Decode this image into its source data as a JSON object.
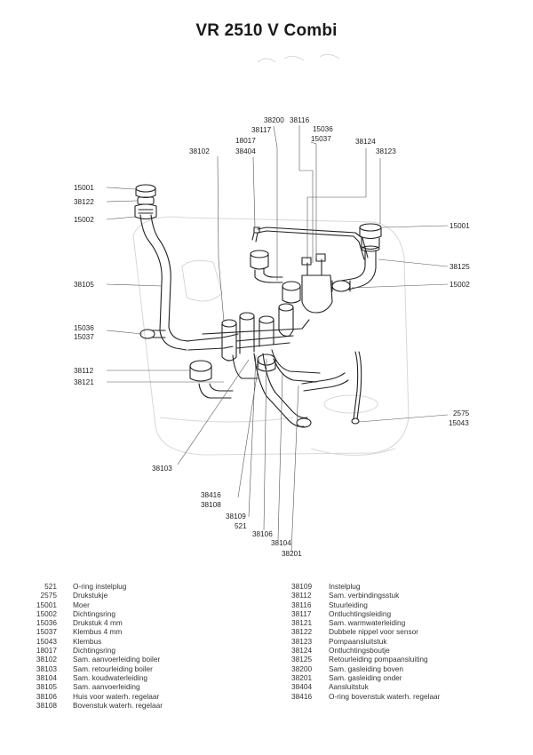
{
  "header": {
    "title": "VR 2510 V Combi"
  },
  "callouts": [
    {
      "id": "38200",
      "label": "38200"
    },
    {
      "id": "38116",
      "label": "38116"
    },
    {
      "id": "38117",
      "label": "38117"
    },
    {
      "id": "15036a",
      "label": "15036"
    },
    {
      "id": "18017",
      "label": "18017"
    },
    {
      "id": "15037a",
      "label": "15037"
    },
    {
      "id": "38124",
      "label": "38124"
    },
    {
      "id": "38102",
      "label": "38102"
    },
    {
      "id": "38404",
      "label": "38404"
    },
    {
      "id": "38123",
      "label": "38123"
    },
    {
      "id": "15001a",
      "label": "15001"
    },
    {
      "id": "38122",
      "label": "38122"
    },
    {
      "id": "15002a",
      "label": "15002"
    },
    {
      "id": "15001b",
      "label": "15001"
    },
    {
      "id": "38125",
      "label": "38125"
    },
    {
      "id": "38105",
      "label": "38105"
    },
    {
      "id": "15002b",
      "label": "15002"
    },
    {
      "id": "15036b",
      "label": "15036"
    },
    {
      "id": "15037b",
      "label": "15037"
    },
    {
      "id": "38112",
      "label": "38112"
    },
    {
      "id": "38121",
      "label": "38121"
    },
    {
      "id": "2575",
      "label": "2575"
    },
    {
      "id": "15043",
      "label": "15043"
    },
    {
      "id": "38103",
      "label": "38103"
    },
    {
      "id": "38416",
      "label": "38416"
    },
    {
      "id": "38108",
      "label": "38108"
    },
    {
      "id": "38109",
      "label": "38109"
    },
    {
      "id": "521",
      "label": "521"
    },
    {
      "id": "38106",
      "label": "38106"
    },
    {
      "id": "38104",
      "label": "38104"
    },
    {
      "id": "38201",
      "label": "38201"
    }
  ],
  "legend": {
    "left": [
      {
        "code": "521",
        "desc": "O-ring instelplug"
      },
      {
        "code": "2575",
        "desc": "Drukstukje"
      },
      {
        "code": "15001",
        "desc": "Moer"
      },
      {
        "code": "15002",
        "desc": "Dichtingsring"
      },
      {
        "code": "15036",
        "desc": "Drukstuk 4 mm"
      },
      {
        "code": "15037",
        "desc": "Klembus 4 mm"
      },
      {
        "code": "15043",
        "desc": "Klembus"
      },
      {
        "code": "18017",
        "desc": "Dichtingsring"
      },
      {
        "code": "38102",
        "desc": "Sam. aanvoerleiding boiler"
      },
      {
        "code": "38103",
        "desc": "Sam. retourleiding boiler"
      },
      {
        "code": "38104",
        "desc": "Sam. koudwaterleiding"
      },
      {
        "code": "38105",
        "desc": "Sam. aanvoerleiding"
      },
      {
        "code": "38106",
        "desc": "Huis voor waterh. regelaar"
      },
      {
        "code": "38108",
        "desc": "Bovenstuk waterh. regelaar"
      }
    ],
    "right": [
      {
        "code": "38109",
        "desc": "Instelplug"
      },
      {
        "code": "38112",
        "desc": "Sam. verbindingsstuk"
      },
      {
        "code": "38116",
        "desc": "Stuurleiding"
      },
      {
        "code": "38117",
        "desc": "Ontluchtingsleiding"
      },
      {
        "code": "38121",
        "desc": "Sam. warmwaterleiding"
      },
      {
        "code": "38122",
        "desc": "Dubbele nippel voor sensor"
      },
      {
        "code": "38123",
        "desc": "Pompaansluitstuk"
      },
      {
        "code": "38124",
        "desc": "Ontluchtingsboutje"
      },
      {
        "code": "38125",
        "desc": "Retourleiding pompaansluiting"
      },
      {
        "code": "38200",
        "desc": "Sam. gasleiding boven"
      },
      {
        "code": "38201",
        "desc": "Sam. gasleiding onder"
      },
      {
        "code": "38404",
        "desc": "Aansluitstuk"
      },
      {
        "code": "38416",
        "desc": "O-ring bovenstuk waterh. regelaar"
      }
    ]
  }
}
